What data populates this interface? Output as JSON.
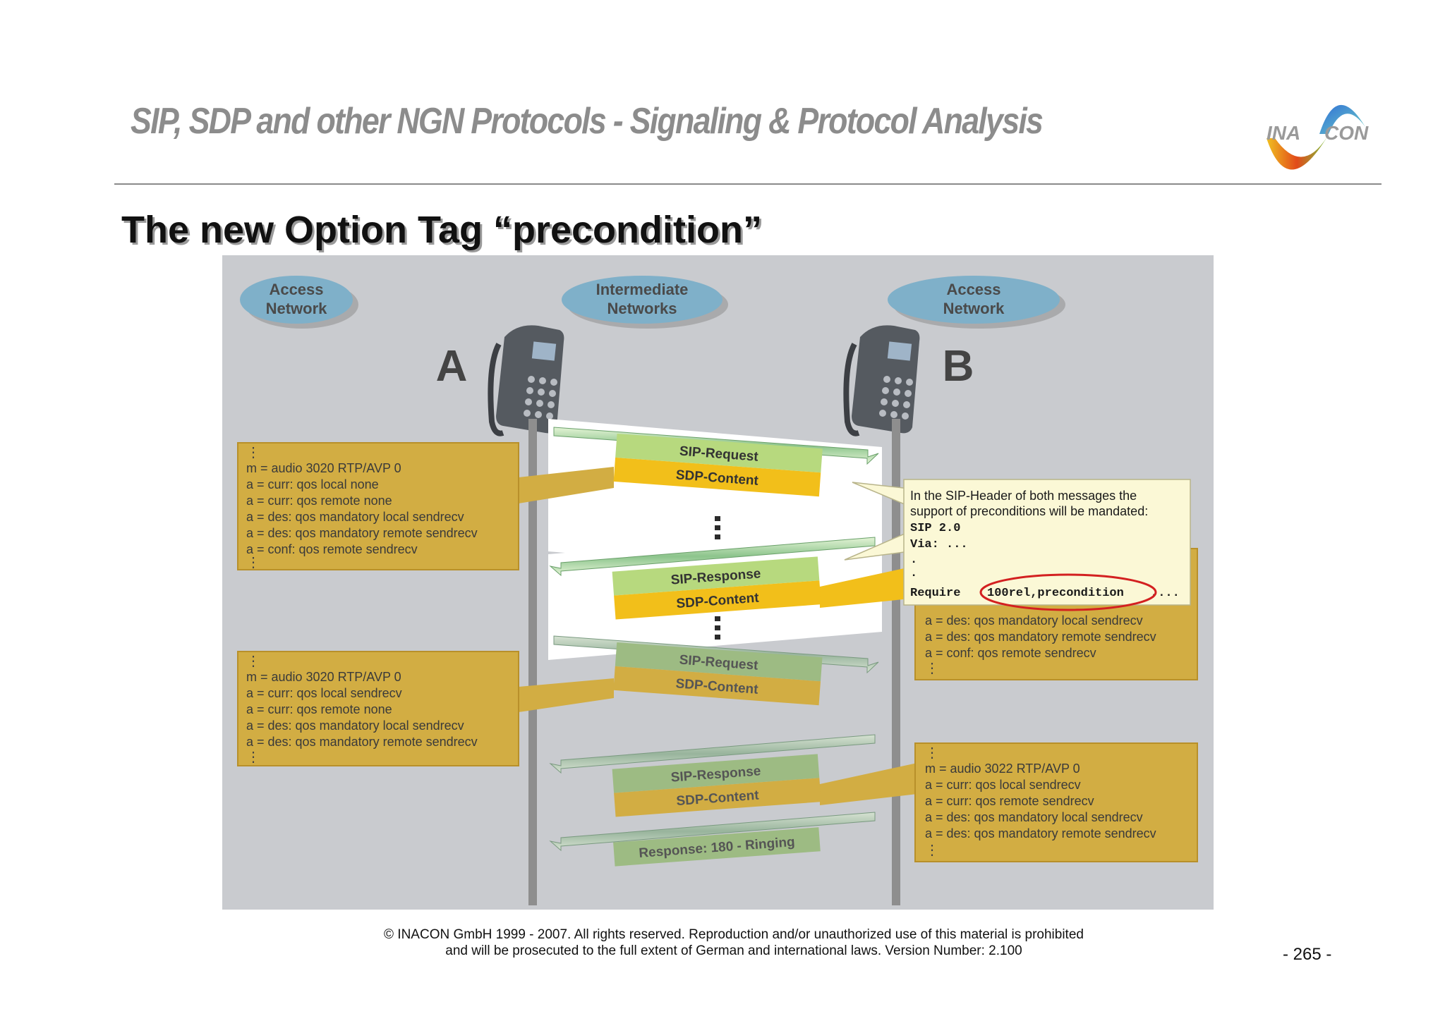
{
  "header": {
    "title": "SIP, SDP and other NGN Protocols - Signaling & Protocol Analysis",
    "logo_left": "INA",
    "logo_right": "CON"
  },
  "slide": {
    "title": "The new Option Tag “precondition”"
  },
  "diagram": {
    "networks": {
      "left": [
        "Access",
        "Network"
      ],
      "middle": [
        "Intermediate",
        "Networks"
      ],
      "right": [
        "Access",
        "Network"
      ]
    },
    "endpoints": {
      "a": "A",
      "b": "B"
    },
    "messages": {
      "m1_top": "SIP-Request",
      "m1_bottom": "SDP-Content",
      "m2_top": "SIP-Response",
      "m2_bottom": "SDP-Content",
      "m3_top": "SIP-Request",
      "m3_bottom": "SDP-Content",
      "m4_top": "SIP-Response",
      "m4_bottom": "SDP-Content",
      "m5": "Response: 180 - Ringing"
    },
    "continuation": "⋮",
    "sdp_box_1": [
      "m = audio 3020 RTP/AVP 0",
      "a = curr: qos local none",
      "a = curr: qos remote none",
      "a = des: qos mandatory local sendrecv",
      "a = des: qos mandatory remote sendrecv",
      "a = conf: qos remote sendrecv"
    ],
    "sdp_box_2_visible": [
      "a = des: qos mandatory local sendrecv",
      "a = des: qos mandatory remote sendrecv",
      "a = conf: qos remote sendrecv"
    ],
    "sdp_box_3": [
      "m = audio 3020 RTP/AVP 0",
      "a = curr: qos local sendrecv",
      "a = curr: qos remote none",
      "a = des: qos mandatory local sendrecv",
      "a = des: qos mandatory remote sendrecv"
    ],
    "sdp_box_4": [
      "m = audio 3022 RTP/AVP 0",
      "a = curr: qos local sendrecv",
      "a = curr: qos remote sendrecv",
      "a = des: qos mandatory local sendrecv",
      "a = des: qos mandatory remote sendrecv"
    ],
    "callout": {
      "line1": "In the SIP-Header of both messages the",
      "line2": "support of preconditions will be mandated:",
      "sip": "SIP 2.0",
      "via": "Via: ...",
      "dot": ".",
      "require": "Require",
      "require_value": "100rel,precondition",
      "require_tail": ",..."
    }
  },
  "footer": {
    "copyright_line1": "© INACON GmbH 1999 - 2007.  All rights reserved. Reproduction and/or unauthorized use of this material is prohibited",
    "copyright_line2": "and will be prosecuted to the full extent of German and international laws. Version Number: 2.100",
    "page_number": "- 265 -"
  },
  "colors": {
    "diagram_bg": "#c9cbcf",
    "sdp_box": "#d2ad43",
    "sip_green": "#b7d97e",
    "sdp_orange": "#f2bf1a",
    "network_ellipse": "#7fb0c9",
    "callout": "#fbf8d6",
    "highlight_red": "#d32020"
  }
}
